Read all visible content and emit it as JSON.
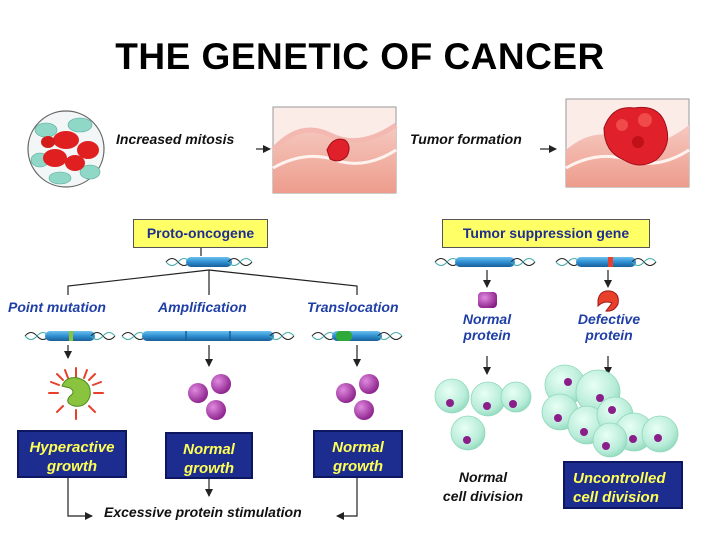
{
  "title": "THE GENETIC OF CANCER",
  "labels": {
    "increased_mitosis": "Increased mitosis",
    "tumor_formation": "Tumor formation",
    "point_mutation": "Point mutation",
    "amplification": "Amplification",
    "translocation": "Translocation",
    "normal_protein_1": "Normal",
    "normal_protein_2": "protein",
    "defective_protein_1": "Defective",
    "defective_protein_2": "protein",
    "normal_division_1": "Normal",
    "normal_division_2": "cell division",
    "excessive": "Excessive protein stimulation"
  },
  "boxes": {
    "proto_oncogene": "Proto-oncogene",
    "tumor_suppression": "Tumor suppression gene",
    "hyperactive_1": "Hyperactive",
    "hyperactive_2": "growth",
    "normal_growth_a_1": "Normal",
    "normal_growth_a_2": "growth",
    "normal_growth_b_1": "Normal",
    "normal_growth_b_2": "growth",
    "uncontrolled_1": "Uncontrolled",
    "uncontrolled_2": "cell division"
  },
  "colors": {
    "navy_box": "#1d2d8f",
    "yellow_text": "#ffff55",
    "yellow_box": "#ffff66",
    "label_blue": "#1f3fa6",
    "dna_blue": "#2f8fd0",
    "mutation_green": "#8ac43f",
    "translocation_green": "#2faa3a",
    "defect_red": "#e8402a",
    "protein_purple": "#9b2f9b",
    "tumor_red": "#e0202a",
    "cell_green": "#b8ecd8"
  }
}
